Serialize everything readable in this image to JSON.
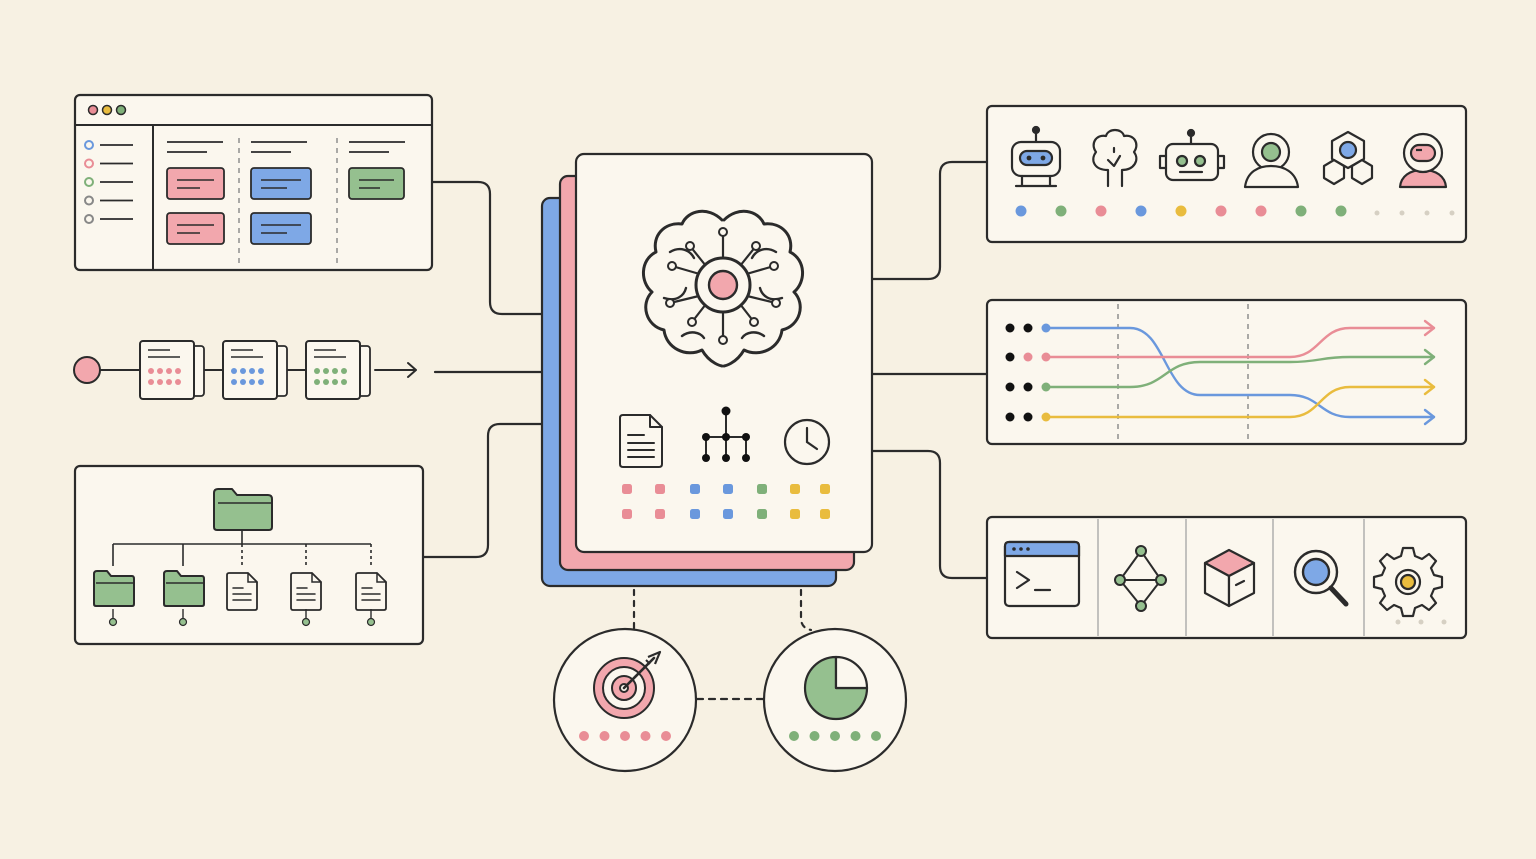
{
  "colors": {
    "background": "#f7f1e3",
    "panel": "#fbf7ee",
    "ink": "#2b2b2b",
    "red": "#e98d96",
    "red_fill": "#f2a7ad",
    "blue": "#6a98dd",
    "blue_fill": "#7ea8e6",
    "green": "#7fb079",
    "green_fill": "#95c08f",
    "yellow": "#e9bc3e",
    "grey_dot": "#d6d0c3"
  },
  "kanban_window": {
    "traffic_lights": [
      "#e98d96",
      "#e9bc3e",
      "#7fb079"
    ],
    "sidebar_bullets": [
      "#6a98dd",
      "#e98d96",
      "#7fb079",
      "#888888",
      "#888888"
    ],
    "columns": [
      {
        "cards": [
          "red",
          "red"
        ]
      },
      {
        "cards": [
          "blue",
          "blue"
        ]
      },
      {
        "cards": [
          "green"
        ]
      }
    ]
  },
  "pipeline": {
    "start_node_color": "#e98d96",
    "stages": [
      "red",
      "blue",
      "green"
    ]
  },
  "file_tree": {
    "root": "folder-icon",
    "children": [
      "folder-icon",
      "folder-icon",
      "document-icon",
      "document-icon",
      "document-icon"
    ]
  },
  "core_card": {
    "center_icon": "brain-network-icon",
    "sub_icons": [
      "document-icon",
      "hierarchy-icon",
      "clock-icon"
    ],
    "dot_grid": {
      "row1": [
        "red",
        "red",
        "blue",
        "blue",
        "green",
        "yellow",
        "yellow"
      ],
      "row2": [
        "red",
        "red",
        "blue",
        "blue",
        "green",
        "yellow",
        "yellow"
      ]
    },
    "stack_layers": [
      "blue",
      "red"
    ]
  },
  "agents_panel": {
    "icons": [
      "robot-icon",
      "tree-icon",
      "bot-face-icon",
      "person-icon",
      "hexagon-cluster-icon",
      "astronaut-icon"
    ],
    "dots": [
      "blue",
      "green",
      "red",
      "blue",
      "yellow",
      "red",
      "red",
      "green",
      "green"
    ],
    "trailing_dots": 4
  },
  "routing_panel": {
    "lanes": [
      "blue",
      "red",
      "green",
      "yellow"
    ],
    "output_order": [
      "red",
      "green",
      "yellow",
      "blue"
    ]
  },
  "tools_panel": {
    "icons": [
      "terminal-icon",
      "graph-nodes-icon",
      "cube-icon",
      "search-icon",
      "gear-icon"
    ],
    "trailing_dots": 3
  },
  "goal_nodes": [
    {
      "icon": "target-icon",
      "dots_color": "red",
      "dot_count": 5
    },
    {
      "icon": "pie-chart-icon",
      "dots_color": "green",
      "dot_count": 5
    }
  ]
}
